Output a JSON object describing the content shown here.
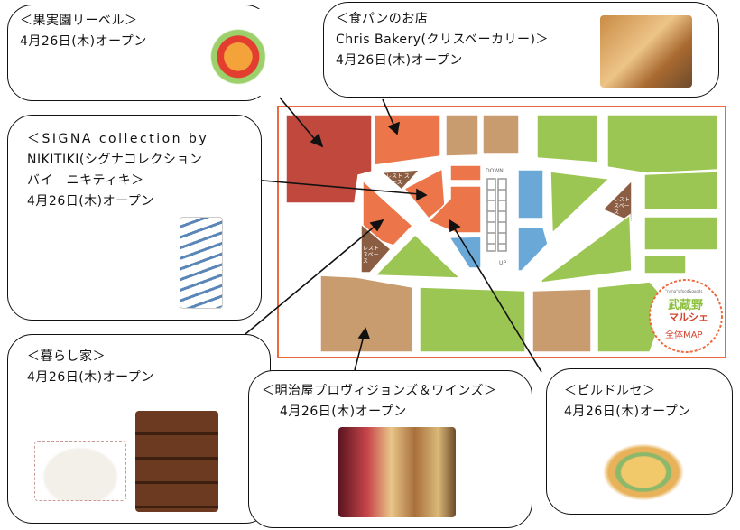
{
  "shops": [
    {
      "name": "＜果実園リーベル＞",
      "open": "4月26日(木)オープン"
    },
    {
      "name": "＜食パンのお店",
      "name2": "Chris Bakery(クリスベーカリー)＞",
      "open": "4月26日(木)オープン"
    },
    {
      "name": "＜SIGNA collection by",
      "name2": "NIKITIKI(シグナコレクション",
      "name3": "バイ　ニキティキ＞",
      "open": "4月26日(木)オープン"
    },
    {
      "name": "＜暮らし家＞",
      "open": "4月26日(木)オープン"
    },
    {
      "name": "＜明治屋プロヴィジョンズ＆ワインズ＞",
      "open": "4月26日(木)オープン"
    },
    {
      "name": "＜ビルドルセ＞",
      "open": "4月26日(木)オープン"
    }
  ],
  "map": {
    "rest_space": "レスト スペース",
    "down": "DOWN",
    "up": "UP",
    "logo_tag": "\"ryma\"s food&goods",
    "logo_title": "武蔵野",
    "logo_subtitle": "マルシェ",
    "logo_caption": "全体MAP",
    "colors": {
      "restaurant": "#c0483c",
      "shop": "#ec7649",
      "tan": "#c99c70",
      "green": "#9cc653",
      "blue": "#6aa8d8",
      "rest": "#8b5d42",
      "border": "#ee6a3d"
    }
  }
}
